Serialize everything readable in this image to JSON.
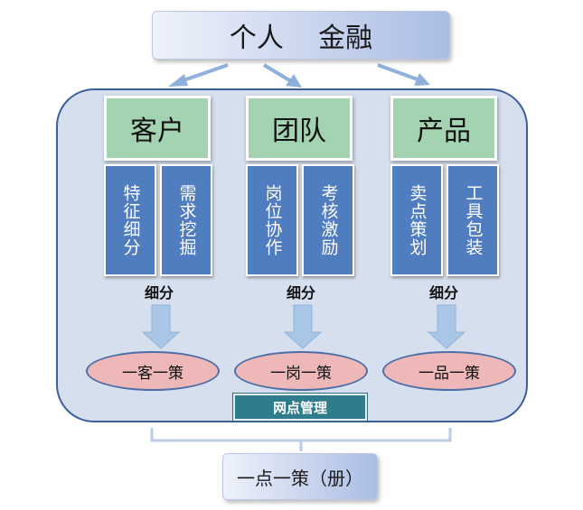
{
  "top": {
    "title": "个人    金融"
  },
  "columns": [
    {
      "category": "客户",
      "subs": [
        "特征细分",
        "需求挖掘"
      ],
      "label": "细分",
      "strategy": "一客一策"
    },
    {
      "category": "团队",
      "subs": [
        "岗位协作",
        "考核激励"
      ],
      "label": "细分",
      "strategy": "一岗一策"
    },
    {
      "category": "产品",
      "subs": [
        "卖点策划",
        "工具包装"
      ],
      "label": "细分",
      "strategy": "一品一策"
    }
  ],
  "outlet": {
    "label": "网点管理"
  },
  "bottom": {
    "label": "一点一策（册）"
  },
  "colors": {
    "panel": "#d6dfee",
    "panel_border": "#3c5f9a",
    "category": "#a4d3b1",
    "sub": "#4f7dc0",
    "ellipse": "#efb8b8",
    "outlet": "#2f7d8c",
    "arrow": "#9fbfe0"
  }
}
